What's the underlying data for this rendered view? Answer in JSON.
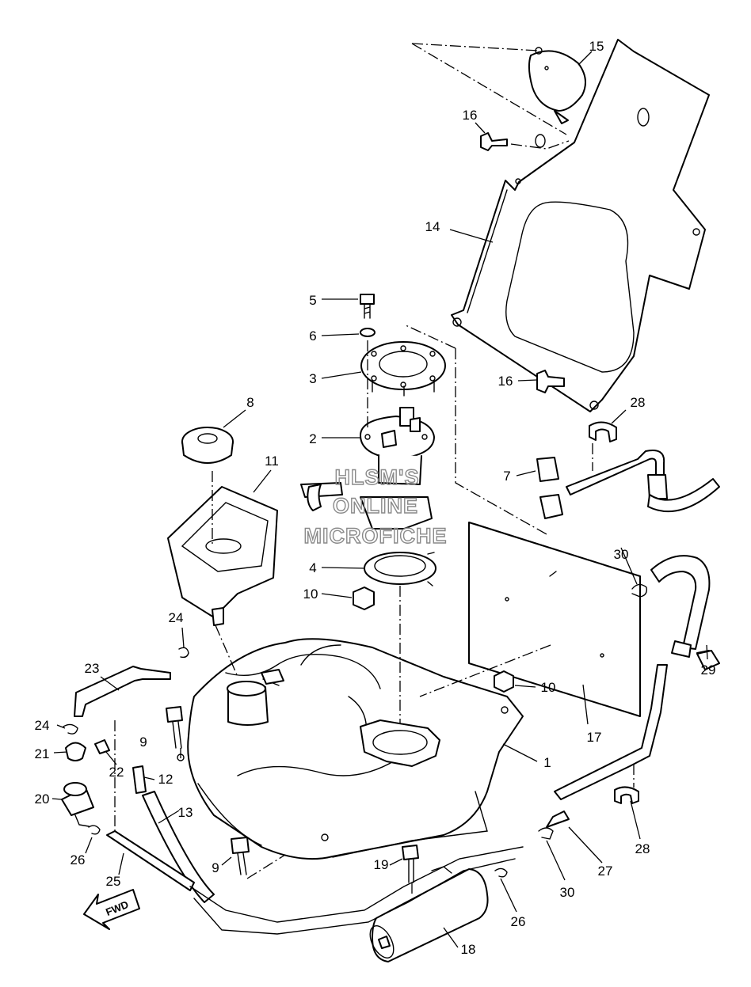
{
  "watermark": {
    "line1": "HLSM'S",
    "line2": "ONLINE",
    "line3": "MICROFICHE"
  },
  "direction_label": "FWD",
  "callouts": {
    "n1": "1",
    "n2": "2",
    "n3": "3",
    "n4": "4",
    "n5": "5",
    "n6": "6",
    "n7": "7",
    "n8": "8",
    "n9a": "9",
    "n9b": "9",
    "n10a": "10",
    "n10b": "10",
    "n11": "11",
    "n12": "12",
    "n13": "13",
    "n14": "14",
    "n15": "15",
    "n16a": "16",
    "n16b": "16",
    "n17": "17",
    "n18": "18",
    "n19": "19",
    "n20": "20",
    "n21": "21",
    "n22": "22",
    "n23": "23",
    "n24a": "24",
    "n24b": "24",
    "n25": "25",
    "n26a": "26",
    "n26b": "26",
    "n27": "27",
    "n28a": "28",
    "n28b": "28",
    "n29": "29",
    "n30a": "30",
    "n30b": "30"
  }
}
